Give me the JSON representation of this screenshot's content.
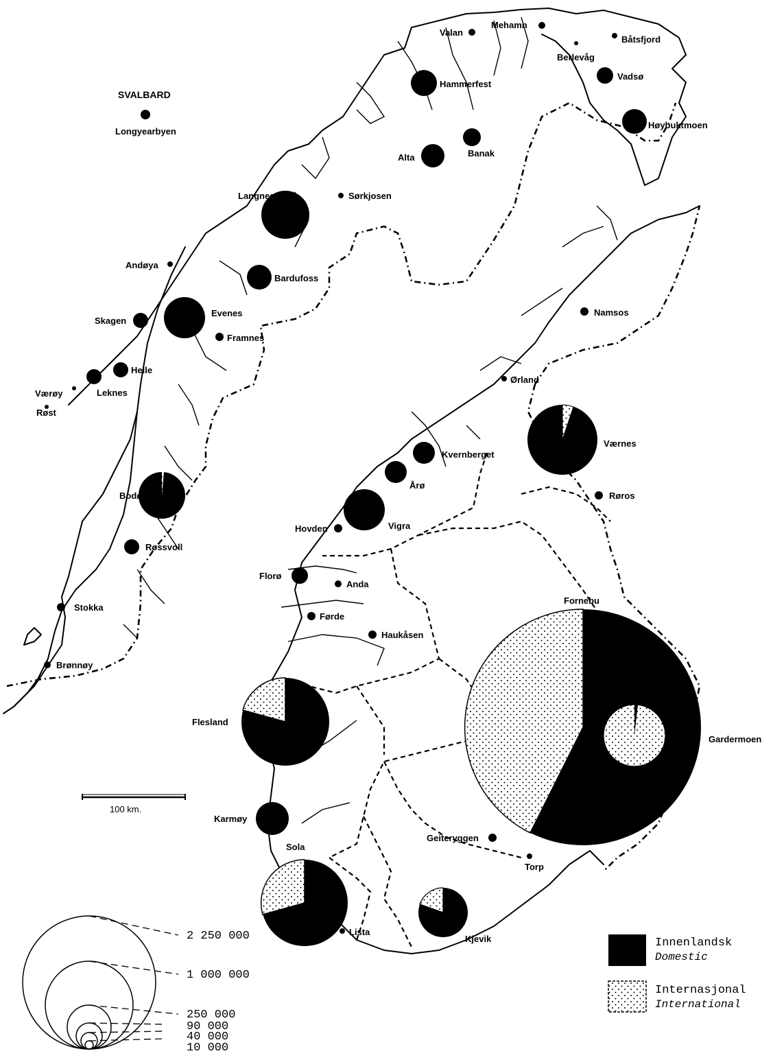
{
  "region_label": "SVALBARD",
  "airports": [
    {
      "name": "Longyearbyen"
    },
    {
      "name": "Valan"
    },
    {
      "name": "Mehamn"
    },
    {
      "name": "Berlevåg"
    },
    {
      "name": "Båtsfjord"
    },
    {
      "name": "Hammerfest"
    },
    {
      "name": "Vadsø"
    },
    {
      "name": "Høybuktmoen"
    },
    {
      "name": "Banak"
    },
    {
      "name": "Alta"
    },
    {
      "name": "Sørkjosen"
    },
    {
      "name": "Langnes"
    },
    {
      "name": "Andøya"
    },
    {
      "name": "Bardufoss"
    },
    {
      "name": "Skagen"
    },
    {
      "name": "Evenes"
    },
    {
      "name": "Framnes"
    },
    {
      "name": "Helle"
    },
    {
      "name": "Leknes"
    },
    {
      "name": "Værøy"
    },
    {
      "name": "Røst"
    },
    {
      "name": "Namsos"
    },
    {
      "name": "Ørland"
    },
    {
      "name": "Værnes"
    },
    {
      "name": "Kvernberget"
    },
    {
      "name": "Årø"
    },
    {
      "name": "Bodø"
    },
    {
      "name": "Vigra"
    },
    {
      "name": "Hovden"
    },
    {
      "name": "Røros"
    },
    {
      "name": "Røssvoll"
    },
    {
      "name": "Florø"
    },
    {
      "name": "Anda"
    },
    {
      "name": "Førde"
    },
    {
      "name": "Haukåsen"
    },
    {
      "name": "Stokka"
    },
    {
      "name": "Brønnøy"
    },
    {
      "name": "Fornebu"
    },
    {
      "name": "Gardermoen"
    },
    {
      "name": "Flesland"
    },
    {
      "name": "Karmøy"
    },
    {
      "name": "Geiteryggen"
    },
    {
      "name": "Torp"
    },
    {
      "name": "Sola"
    },
    {
      "name": "Lista"
    },
    {
      "name": "Kjevik"
    }
  ],
  "scale_bar": {
    "label": "100 km."
  },
  "size_legend": {
    "values": [
      "2 250 000",
      "1 000 000",
      "250 000",
      "90 000",
      "40 000",
      "10 000"
    ]
  },
  "category_legend": {
    "domestic_no": "Innenlandsk",
    "domestic_en": "Domestic",
    "international_no": "Internasjonal",
    "international_en": "International"
  },
  "colors": {
    "domestic": "#000000",
    "international": "dotted-pattern",
    "background": "#ffffff"
  }
}
